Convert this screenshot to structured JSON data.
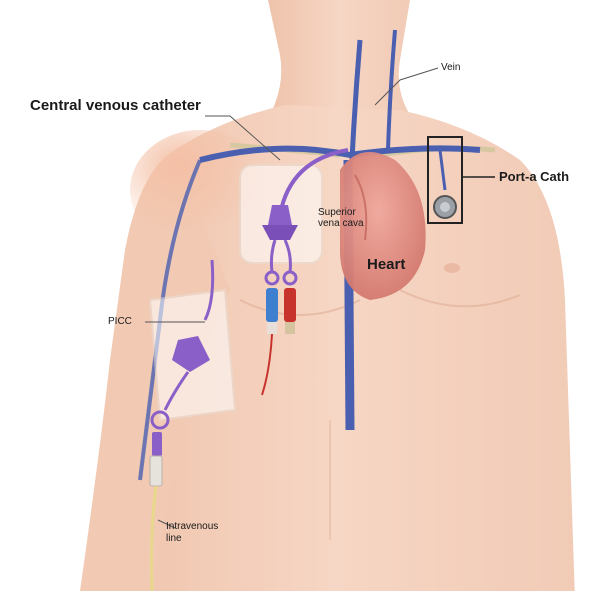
{
  "labels": {
    "vein": "Vein",
    "central_venous_catheter": "Central venous catheter",
    "port_a_cath": "Port-a Cath",
    "superior_vena_cava_line1": "Superior",
    "superior_vena_cava_line2": "vena cava",
    "heart": "Heart",
    "picc": "PICC",
    "intravenous_line1": "Intravenous",
    "intravenous_line2": "line"
  },
  "colors": {
    "skin": "#f3cdb8",
    "vein": "#4a5fb0",
    "catheter": "#8a5fc8",
    "heart": "#d9786e",
    "cap_red": "#c8322d",
    "cap_blue": "#3f7fd0"
  }
}
